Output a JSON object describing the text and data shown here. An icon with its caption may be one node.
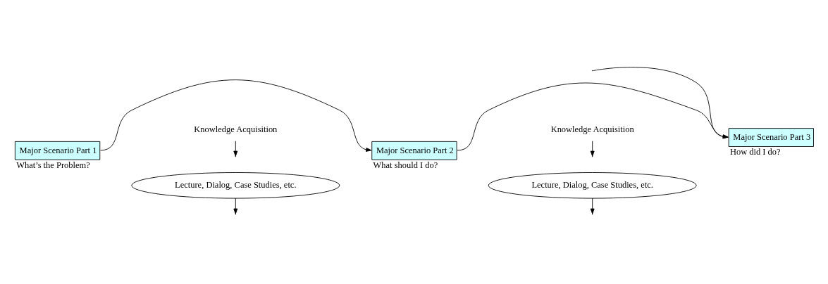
{
  "diagram": {
    "nodes": [
      {
        "text": [
          "Knowledge Acquisition"
        ]
      },
      {
        "text": [
          "Knowledge Acquisition"
        ]
      },
      {
        "text": [
          "Major Scenario Part 1"
        ],
        "beside": [
          "What’s the Problem?"
        ]
      },
      {
        "text": [
          "Major Scenario Part 2"
        ],
        "beside": [
          "What should I do?"
        ]
      },
      {
        "text": [
          "Major Scenario Part 3"
        ],
        "beside": [
          "How did I do?"
        ]
      },
      {
        "text": [
          "Lecture, Dialog, Case Studies, etc."
        ]
      },
      {
        "text": [
          "Lecture, Dialog, Case Studies, etc."
        ]
      }
    ],
    "edges": [
      {
        "from": 2,
        "to": 3,
        "arrow": "to"
      },
      {
        "from": 3,
        "to": 4,
        "arrow": "to"
      },
      {
        "from": 0,
        "to": null,
        "arrow": "to"
      },
      {
        "from": 1,
        "to": null,
        "arrow": "to"
      },
      {
        "from": 5,
        "to": null,
        "arrow": "to"
      },
      {
        "from": 6,
        "to": null,
        "arrow": "to"
      },
      {
        "from": null,
        "to": 4,
        "arrow": "to"
      }
    ]
  }
}
